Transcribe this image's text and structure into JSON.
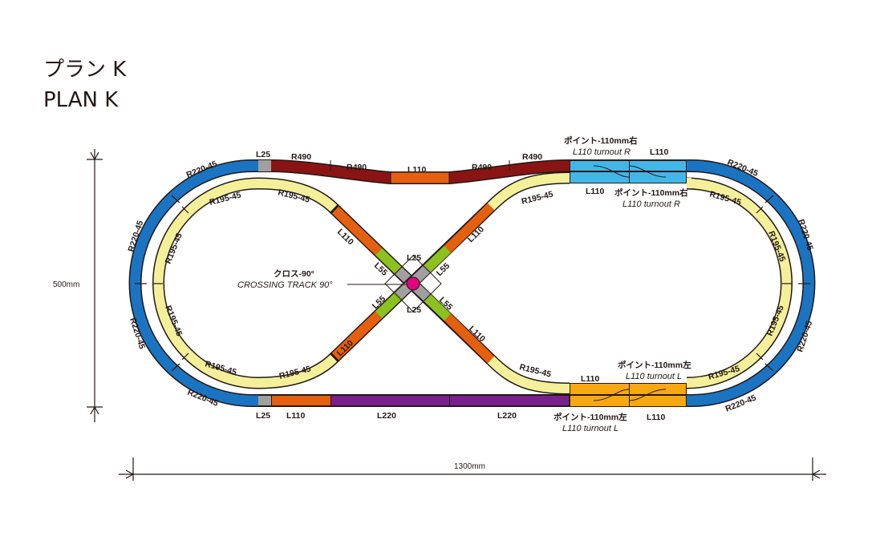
{
  "title": {
    "jp": "プラン K",
    "en": "PLAN  K"
  },
  "dimensions": {
    "height": "500mm",
    "width": "1300mm"
  },
  "colors": {
    "r220": "#1a74c2",
    "r195": "#f4f09a",
    "r490": "#8a1414",
    "l110": "#e5600e",
    "l220": "#7a1f8e",
    "l55": "#8cc21f",
    "l25": "#a0a0a0",
    "turnout_r": "#41b7e8",
    "turnout_l": "#f7a70f",
    "crossing": "#e4007f",
    "outline": "#231815"
  },
  "labels": {
    "r490_a": "R490",
    "r490_b": "R490",
    "r490_c": "R490",
    "r490_d": "R490",
    "l25_top": "L25",
    "l25_bottom": "L25",
    "l110_top": "L110",
    "l110_bottom_left": "L110",
    "l220_a": "L220",
    "l220_b": "L220",
    "r220_tl": "R220-45",
    "r220_l1": "R220-45",
    "r220_l2": "R220-45",
    "r220_bl": "R220-45",
    "r220_tr": "R220-45",
    "r220_r1": "R220-45",
    "r220_r2": "R220-45",
    "r220_br": "R220-45",
    "r195_tl": "R195-45",
    "r195_l1": "R195-45",
    "r195_l2": "R195-45",
    "r195_bl": "R195-45",
    "r195_ti": "R195-45",
    "r195_bi": "R195-45",
    "r195_tr_i": "R195-45",
    "r195_tr": "R195-45",
    "r195_r1": "R195-45",
    "r195_r2": "R195-45",
    "r195_br": "R195-45",
    "r195_br_i": "R195-45",
    "diag_l110_a": "L110",
    "diag_l110_b": "L110",
    "diag_l110_c": "L110",
    "diag_l110_d": "L110",
    "l55_a": "L55",
    "l55_b": "L55",
    "l55_c": "L55",
    "l55_d": "L55",
    "l25_cross_top": "L25",
    "l25_cross_bottom": "L25",
    "crossing_jp": "クロス-90°",
    "crossing_en": "CROSSING TRACK 90°",
    "turnout_r_top_jp": "ポイント-110mm右",
    "turnout_r_top_en": "L110 turnout R",
    "turnout_r_top_l110": "L110",
    "turnout_r_bottom_jp": "ポイント-110mm右",
    "turnout_r_bottom_en": "L110 turnout R",
    "turnout_r_bottom_l110": "L110",
    "turnout_l_top_jp": "ポイント-110mm左",
    "turnout_l_top_en": "L110 turnout L",
    "turnout_l_top_l110": "L110",
    "turnout_l_bottom_jp": "ポイント-110mm左",
    "turnout_l_bottom_en": "L110 turnout L",
    "turnout_l_bottom_l110": "L110"
  }
}
